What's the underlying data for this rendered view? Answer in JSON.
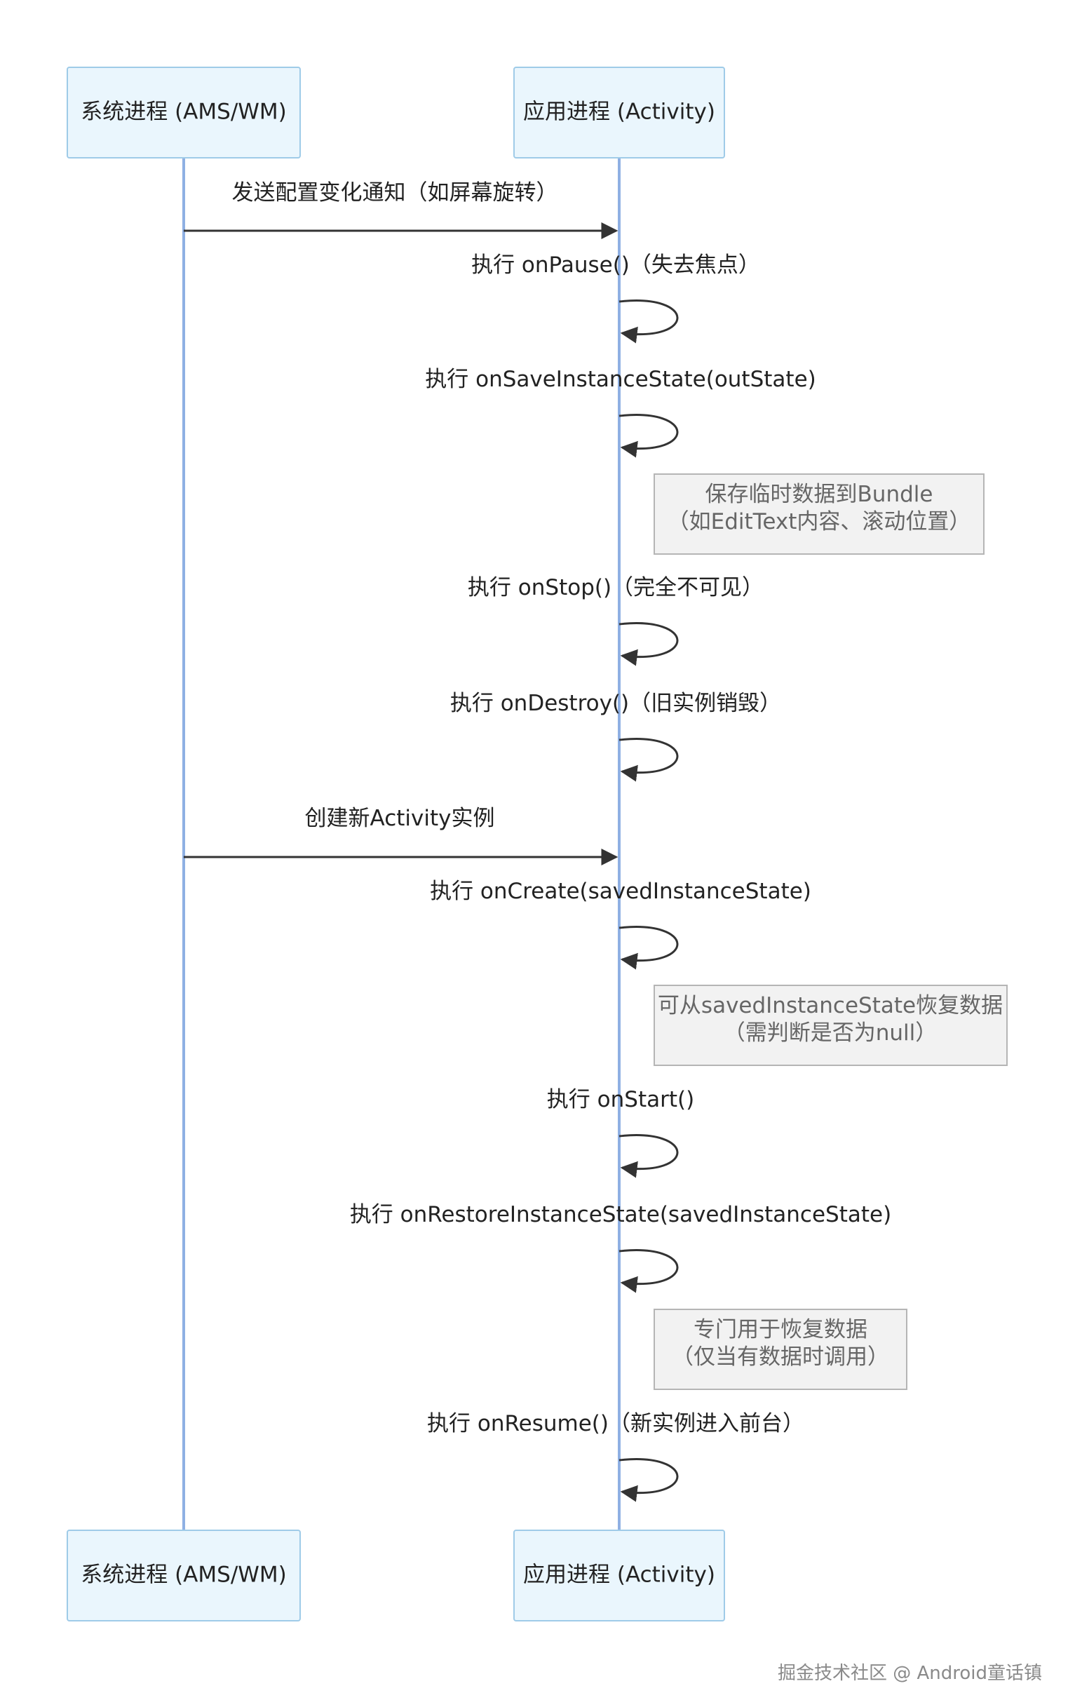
{
  "actors": {
    "system": "系统进程 (AMS/WM)",
    "app": "应用进程 (Activity)"
  },
  "messages": [
    {
      "text": "发送配置变化通知（如屏幕旋转）",
      "kind": "arrow"
    },
    {
      "text": "执行 onPause()（失去焦点）",
      "kind": "self"
    },
    {
      "text": "执行 onSaveInstanceState(outState)",
      "kind": "self"
    },
    {
      "text": "执行 onStop()（完全不可见）",
      "kind": "self"
    },
    {
      "text": "执行 onDestroy()（旧实例销毁）",
      "kind": "self"
    },
    {
      "text": "创建新Activity实例",
      "kind": "arrow"
    },
    {
      "text": "执行 onCreate(savedInstanceState)",
      "kind": "self"
    },
    {
      "text": "执行 onStart()",
      "kind": "self"
    },
    {
      "text": "执行 onRestoreInstanceState(savedInstanceState)",
      "kind": "self"
    },
    {
      "text": "执行 onResume()（新实例进入前台）",
      "kind": "self"
    }
  ],
  "notes": [
    {
      "lines": [
        "保存临时数据到Bundle",
        "（如EditText内容、滚动位置）"
      ]
    },
    {
      "lines": [
        "可从savedInstanceState恢复数据",
        "（需判断是否为null）"
      ]
    },
    {
      "lines": [
        "专门用于恢复数据",
        "（仅当有数据时调用）"
      ]
    }
  ],
  "watermark": "掘金技术社区 @ Android童话镇"
}
